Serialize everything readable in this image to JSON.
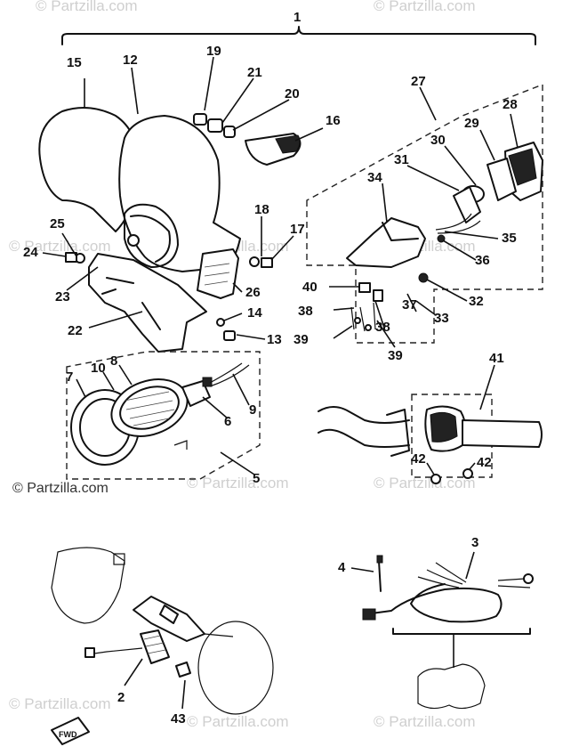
{
  "diagram": {
    "callouts": {
      "c1": "1",
      "c2": "2",
      "c3": "3",
      "c4": "4",
      "c5": "5",
      "c6": "6",
      "c7": "7",
      "c8": "8",
      "c9": "9",
      "c10": "10",
      "c12": "12",
      "c13": "13",
      "c14": "14",
      "c15": "15",
      "c16": "16",
      "c17": "17",
      "c18": "18",
      "c19": "19",
      "c20": "20",
      "c21": "21",
      "c22": "22",
      "c23": "23",
      "c24": "24",
      "c25": "25",
      "c26": "26",
      "c27": "27",
      "c28": "28",
      "c29": "29",
      "c30": "30",
      "c31": "31",
      "c32": "32",
      "c33": "33",
      "c34": "34",
      "c35": "35",
      "c36": "36",
      "c37": "37",
      "c38a": "38",
      "c38b": "38",
      "c39a": "39",
      "c39b": "39",
      "c40": "40",
      "c41": "41",
      "c42a": "42",
      "c42b": "42",
      "c43": "43"
    },
    "watermarks": [
      "© Partzilla.com",
      "© Partzilla.com",
      "© Partzilla.com",
      "© Partzilla.com",
      "© Partzilla.com",
      "© Partzilla.com",
      "© Partzilla.com",
      "© Partzilla.com",
      "© Partzilla.com",
      "© Partzilla.com"
    ],
    "fwd_label": "FWD"
  }
}
